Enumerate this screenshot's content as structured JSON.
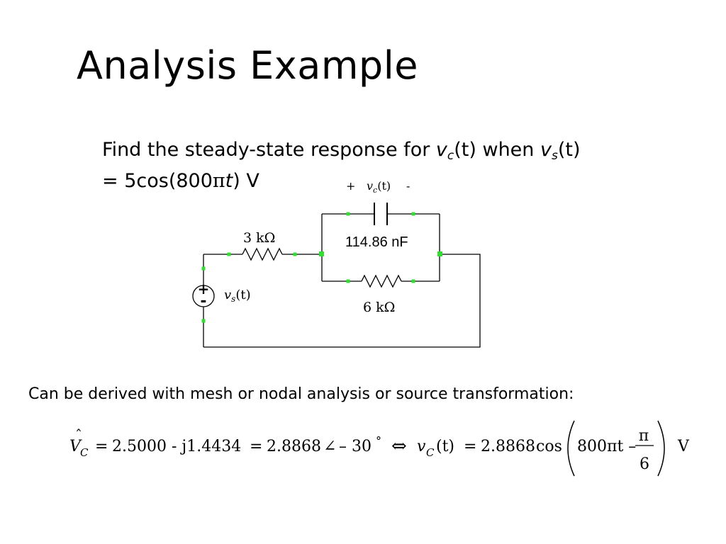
{
  "slide": {
    "title": "Analysis Example",
    "problem": {
      "prefix": "Find the steady-state response for ",
      "vc_var": "v",
      "vc_sub": "c",
      "vc_arg": "(t)",
      "mid": " when ",
      "vs_var": "v",
      "vs_sub": "s",
      "vs_arg": "(t)",
      "eq_part1": " = 5cos(800",
      "pi": "π",
      "eq_t": "t",
      "eq_part2": ") V"
    },
    "derive_note": "Can be derived with mesh or nodal analysis or source transformation:"
  },
  "circuit": {
    "capacitor_voltage_plus": "+",
    "capacitor_voltage_var": "v",
    "capacitor_voltage_sub": "c",
    "capacitor_voltage_arg": "(t)",
    "capacitor_voltage_minus": "-",
    "capacitor_value": "114.86 nF",
    "resistor1_value": "3 kΩ",
    "resistor2_value": "6 kΩ",
    "source_plus": "+",
    "source_minus": "-",
    "source_var": "v",
    "source_sub": "s",
    "source_arg": "(t)",
    "wire_color": "#000000",
    "node_color": "#33dd33"
  },
  "equation": {
    "vc_var": "V",
    "vc_hat": "ˆ",
    "vc_sub": "C",
    "eq1": "=",
    "rect_form": "2.5000 - j1.4434",
    "eq2": "=",
    "magnitude": "2.8868",
    "angle_symbol": "∠",
    "angle": "– 30",
    "degree": "°",
    "iff": "⇔",
    "vt_var": "v",
    "vt_sub": "C",
    "vt_arg": "(t)",
    "eq3": "=",
    "amp": "2.8868",
    "func": "cos",
    "arg_main": "800πt –",
    "frac_num": "π",
    "frac_den": "6",
    "unit": "V"
  }
}
